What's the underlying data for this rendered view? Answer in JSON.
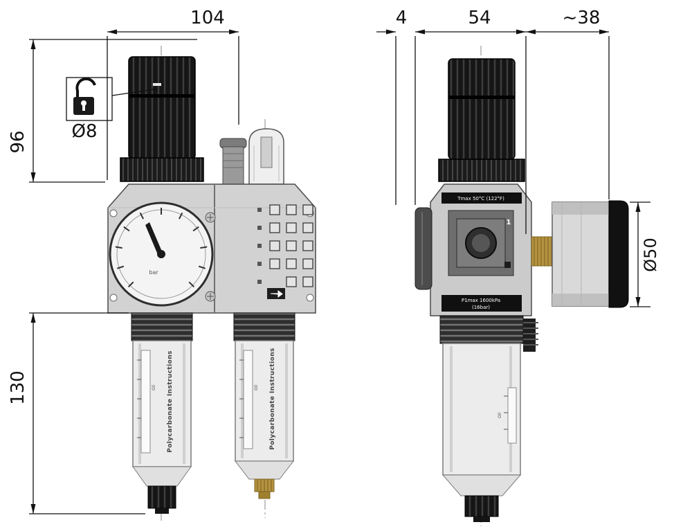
{
  "dimensions": {
    "front_width": "104",
    "front_height_top": "96",
    "front_height_bowl": "130",
    "knob_hole": "Ø8",
    "side_port_offset": "4",
    "side_width": "54",
    "gauge_offset": "~38",
    "gauge_diameter": "Ø50"
  },
  "device_labels": {
    "tmax": "Tmax 50°C (122°F)",
    "p1max_line1": "P1max 1600kPa",
    "p1max_line2": "(16bar)",
    "port_number": "1",
    "gauge_unit": "bar",
    "bowl_left": "Polycarbonate Instructions",
    "bowl_right": "Polycarbonate Instructions",
    "oil_left": "Oil",
    "oil_right": "Oil",
    "oil_side": "Oil"
  }
}
